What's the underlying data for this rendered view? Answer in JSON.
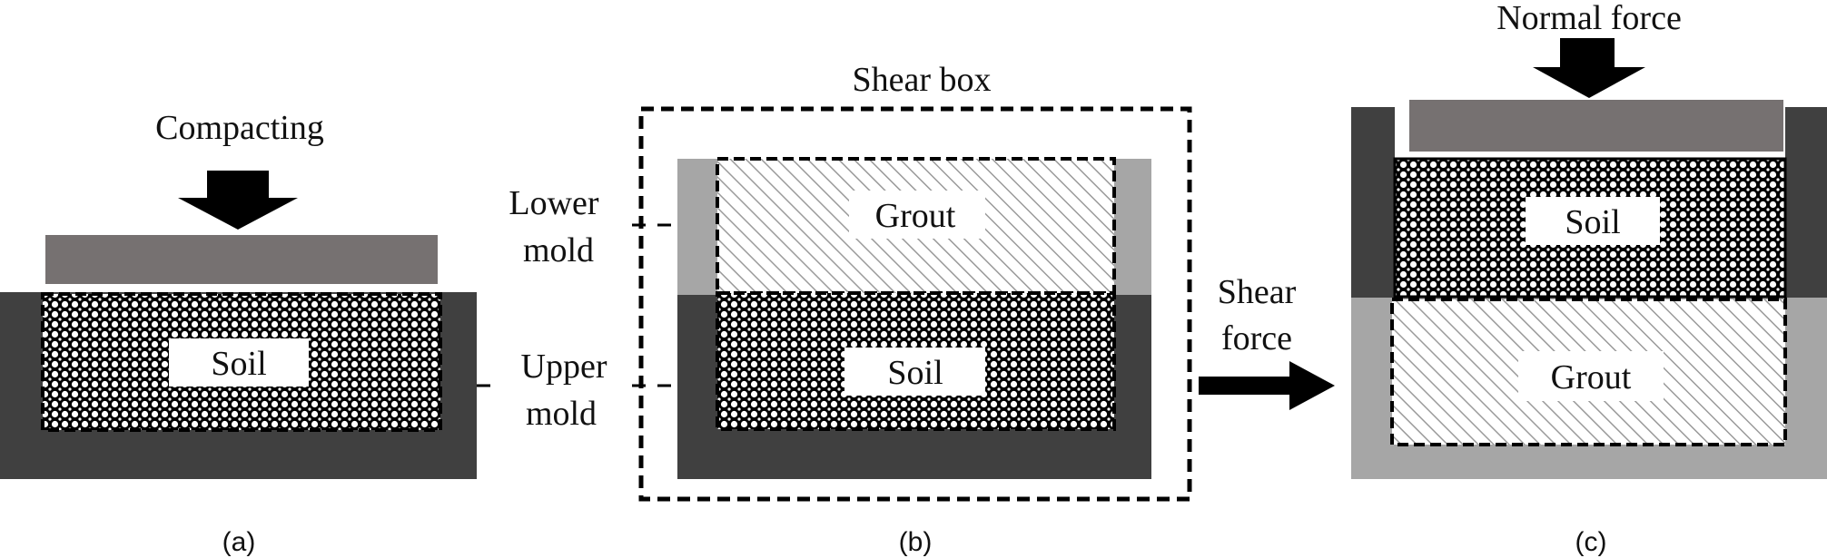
{
  "panels": {
    "a": {
      "caption": "(a)",
      "compact_label": "Compacting",
      "soil_label": "Soil"
    },
    "b": {
      "caption": "(b)",
      "shear_box_label": "Shear box",
      "lower_mold_line1": "Lower",
      "lower_mold_line2": "mold",
      "upper_mold_line1": "Upper",
      "upper_mold_line2": "mold",
      "grout_label": "Grout",
      "soil_label": "Soil"
    },
    "shear_force_line1": "Shear",
    "shear_force_line2": "force",
    "c": {
      "caption": "(c)",
      "normal_force_label": "Normal force",
      "soil_label": "Soil",
      "grout_label": "Grout"
    }
  },
  "colors": {
    "dark_mold": "#404040",
    "light_mold": "#a6a6a6",
    "plate": "#767171",
    "arrow": "#000000"
  }
}
